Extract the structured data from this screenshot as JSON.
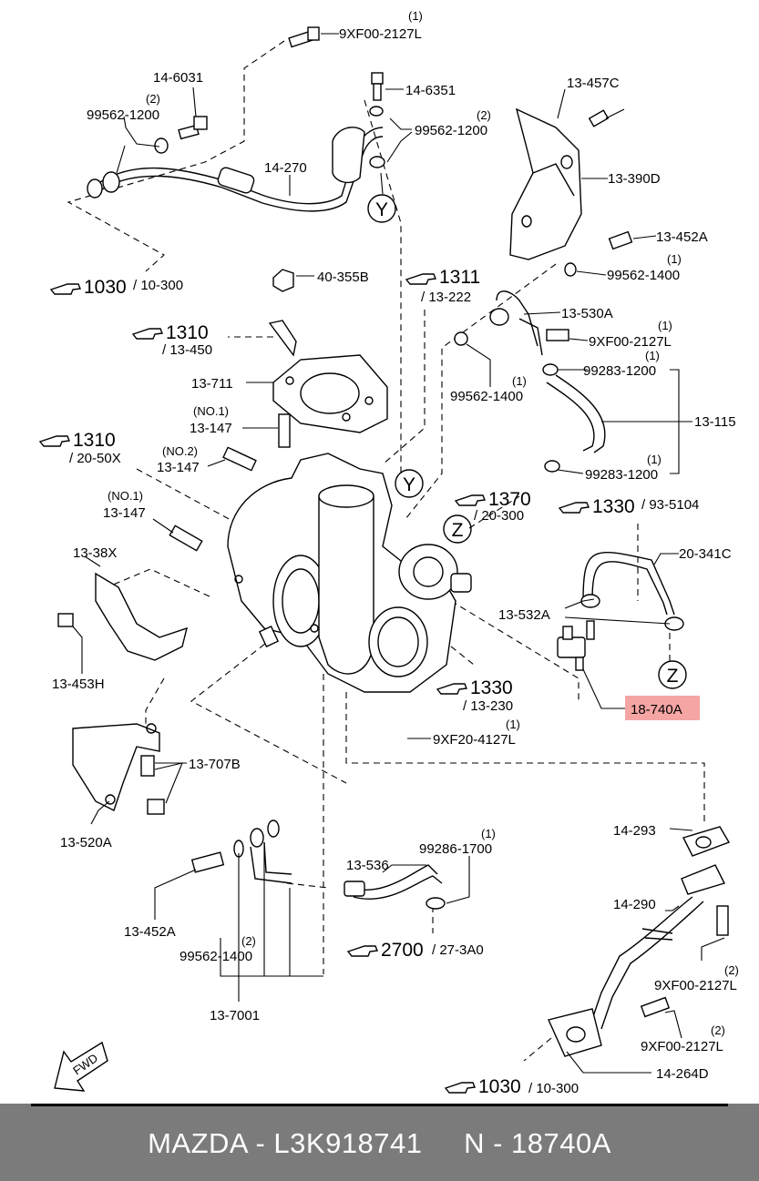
{
  "labels": {
    "bolt_top": "9XF00-2127L",
    "bolt_top_qty": "(1)",
    "l_14_6031": "14-6031",
    "l_99562_1200_a": "99562-1200",
    "l_99562_1200_a_qty": "(2)",
    "l_14_6351": "14-6351",
    "l_99562_1200_b": "99562-1200",
    "l_99562_1200_b_qty": "(2)",
    "l_13_457c": "13-457C",
    "l_14_270": "14-270",
    "l_13_390d": "13-390D",
    "l_13_452a_top": "13-452A",
    "l_99562_1400_a": "99562-1400",
    "l_99562_1400_a_qty": "(1)",
    "l_40_355b": "40-355B",
    "l_13_530a": "13-530A",
    "l_9xf00_2127l_mid": "9XF00-2127L",
    "l_9xf00_2127l_mid_qty": "(1)",
    "l_99283_1200_a": "99283-1200",
    "l_99283_1200_a_qty": "(1)",
    "l_99562_1400_b": "99562-1400",
    "l_99562_1400_b_qty": "(1)",
    "l_13_711": "13-711",
    "l_no1_a": "(NO.1)",
    "l_13_147_a": "13-147",
    "l_13_115": "13-115",
    "l_no2": "(NO.2)",
    "l_13_147_b": "13-147",
    "l_99283_1200_b": "99283-1200",
    "l_99283_1200_b_qty": "(1)",
    "l_no1_b": "(NO.1)",
    "l_13_147_c": "13-147",
    "l_20_341c": "20-341C",
    "l_13_38x": "13-38X",
    "l_13_532a": "13-532A",
    "l_13_453h": "13-453H",
    "l_18_740a": "18-740A",
    "l_9xf20_4127l": "9XF20-4127L",
    "l_9xf20_4127l_qty": "(1)",
    "l_13_707b": "13-707B",
    "l_13_520a": "13-520A",
    "l_14_293": "14-293",
    "l_99286_1700": "99286-1700",
    "l_99286_1700_qty": "(1)",
    "l_13_536": "13-536",
    "l_14_290": "14-290",
    "l_13_452a_bot": "13-452A",
    "l_99562_1400_c": "99562-1400",
    "l_99562_1400_c_qty": "(2)",
    "l_9xf00_2127l_r1": "9XF00-2127L",
    "l_9xf00_2127l_r1_qty": "(2)",
    "l_9xf00_2127l_r2": "9XF00-2127L",
    "l_9xf00_2127l_r2_qty": "(2)",
    "l_13_7001": "13-7001",
    "l_14_264d": "14-264D",
    "fwd": "FWD",
    "y": "Y",
    "z": "Z"
  },
  "refs": {
    "r1": {
      "big": "1030",
      "small": "/ 10-300"
    },
    "r2": {
      "big": "1311",
      "small": "/ 13-222"
    },
    "r3": {
      "big": "1310",
      "small": "/ 13-450"
    },
    "r4": {
      "big": "1310",
      "small": "/ 20-50X"
    },
    "r5": {
      "big": "1370",
      "small": "/ 20-300"
    },
    "r6": {
      "big": "1330",
      "small": "/ 93-5104"
    },
    "r7": {
      "big": "1330",
      "small": "/ 13-230"
    },
    "r8": {
      "big": "2700",
      "small": "/ 27-3A0"
    },
    "r9": {
      "big": "1030",
      "small": "/ 10-300"
    }
  },
  "highlight_color": "#f6a5a5",
  "footer": {
    "text": "MAZDA - L3K918741     N - 18740A",
    "background": "#7b7b7b"
  }
}
